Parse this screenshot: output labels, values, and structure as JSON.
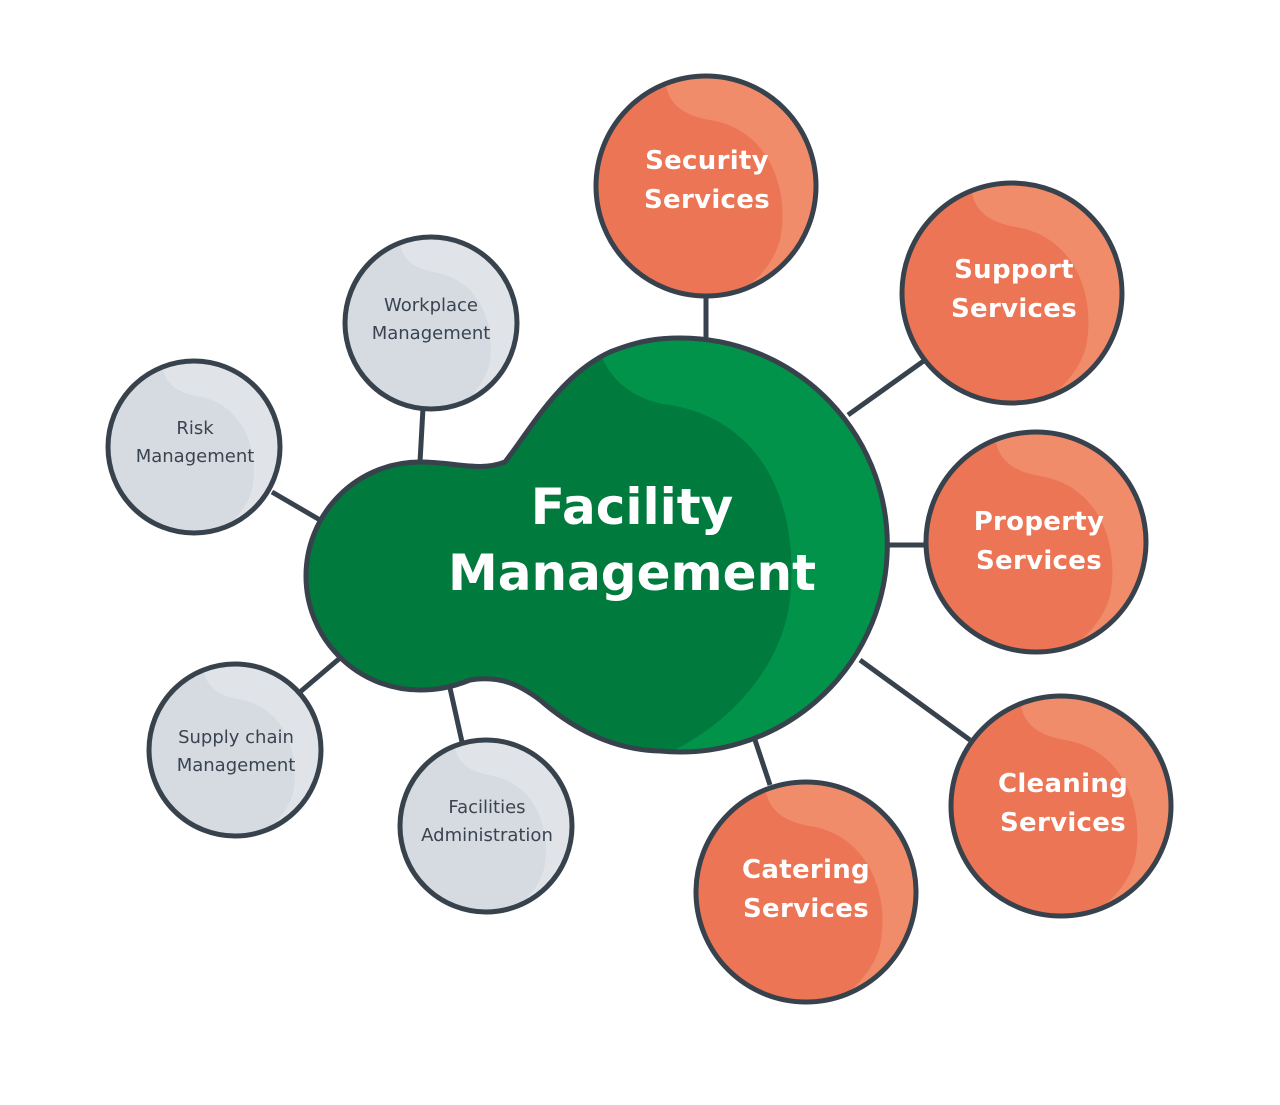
{
  "diagram": {
    "type": "mind-map",
    "center": {
      "label": "Facility\nManagement",
      "color": "#007a3d",
      "highlight_color": "#02934b"
    },
    "outline_color": "#37424d",
    "service_nodes": [
      {
        "label": "Security\nServices"
      },
      {
        "label": "Support\nServices"
      },
      {
        "label": "Property\nServices"
      },
      {
        "label": "Cleaning\nServices"
      },
      {
        "label": "Catering\nServices"
      }
    ],
    "management_nodes": [
      {
        "label": "Workplace\nManagement"
      },
      {
        "label": "Risk\nManagement"
      },
      {
        "label": "Supply chain\nManagement"
      },
      {
        "label": "Facilities\nAdministration"
      }
    ],
    "colors": {
      "service_fill": "#ec7555",
      "service_highlight": "#f08c69",
      "management_fill": "#d5dbe1",
      "management_highlight": "#e0e4e8"
    }
  }
}
